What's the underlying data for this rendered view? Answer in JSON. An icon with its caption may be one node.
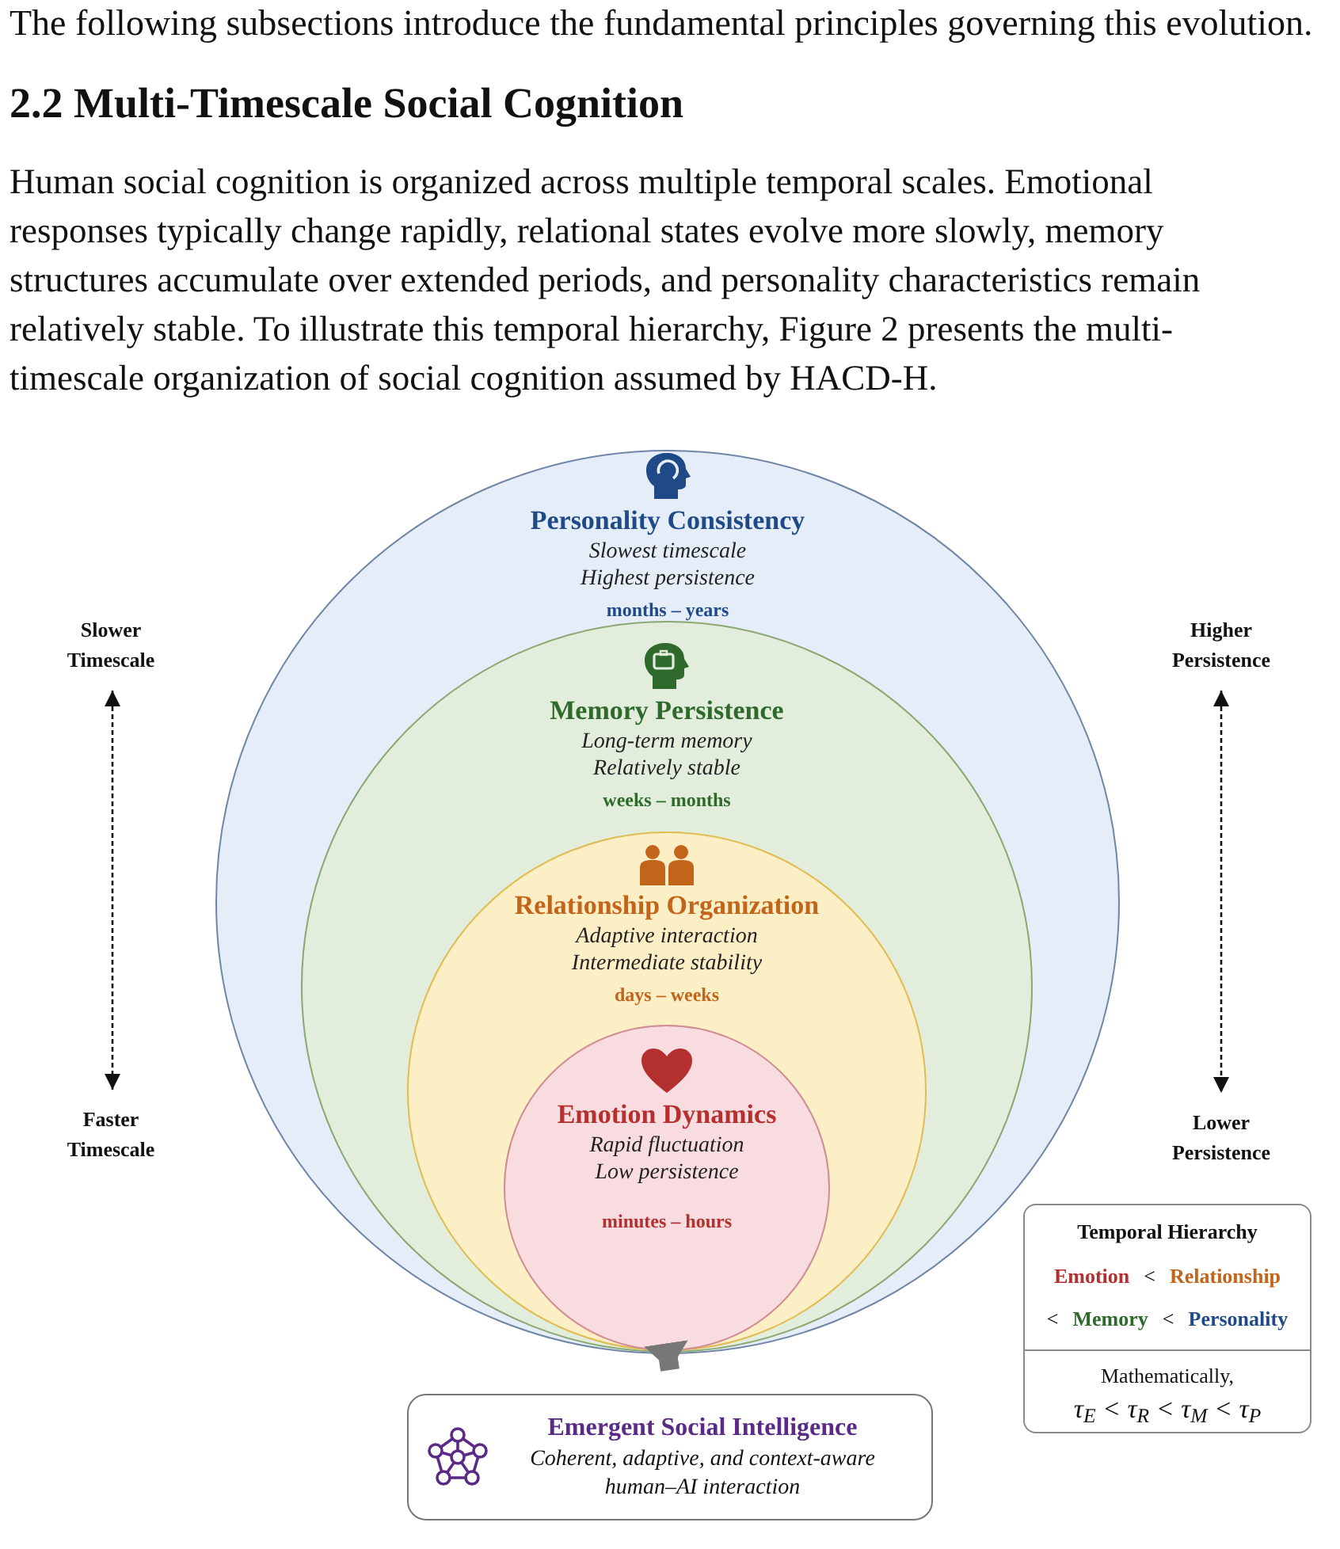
{
  "diagram": {
    "title": "2.2 Multi-Timescale Social Cognition",
    "nodes": [
      {
        "text": [
          "Personality Consistency",
          "Slowest timescale",
          "Highest persistence",
          "months – years"
        ]
      },
      {
        "text": [
          "Memory Persistence",
          "Long-term memory",
          "Relatively stable",
          "weeks – months"
        ],
        "in": 0
      },
      {
        "text": [
          "Relationship Organization",
          "Adaptive interaction",
          "Intermediate stability",
          "days – weeks"
        ],
        "in": 1
      },
      {
        "text": [
          "Emotion Dynamics",
          "Rapid fluctuation",
          "Low persistence",
          "minutes – hours"
        ],
        "in": 2
      },
      {
        "text": [
          "Emergent Social Intelligence",
          "Coherent, adaptive, and context-aware human–AI interaction"
        ]
      },
      {
        "text": [
          "Temporal Hierarchy",
          "Emotion",
          "<",
          "Relationship",
          "<",
          "Memory",
          "<",
          "Personality",
          "Mathematically,",
          "τ$_{E}$ < τ$_{R}$ < τ$_{M}$ < τ$_{P}$"
        ]
      }
    ],
    "edges": [
      {
        "from": 0,
        "to": 4,
        "arrow": "to"
      }
    ],
    "labels": [
      "The following subsections introduce the fundamental principles governing this evolution.",
      "Human social cognition is organized across multiple temporal scales. Emotional responses typically change rapidly, relational states evolve more slowly, memory structures accumulate over extended periods, and personality characteristics remain relatively stable. To illustrate this temporal hierarchy, Figure 2 presents the multi-timescale organization of social cognition assumed by HACD-H.",
      "Slower Timescale",
      "Faster Timescale",
      "Higher Persistence",
      "Lower Persistence"
    ]
  }
}
